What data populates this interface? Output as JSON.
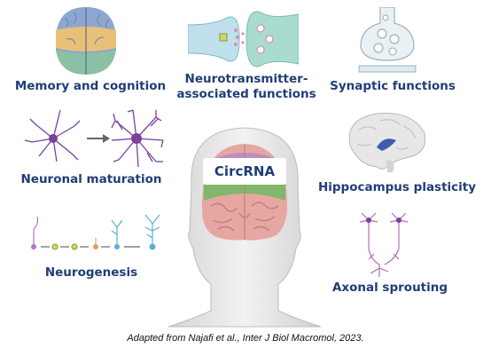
{
  "center_label": "CircRNA",
  "functions": {
    "memory": "Memory and cognition",
    "neurotransmitter_line1": "Neurotransmitter-",
    "neurotransmitter_line2": "associated functions",
    "synaptic": "Synaptic functions",
    "maturation": "Neuronal maturation",
    "hippocampus": "Hippocampus plasticity",
    "neurogenesis": "Neurogenesis",
    "axonal": "Axonal sprouting"
  },
  "caption": "Adapted from Najafi et al., Inter J Biol Macromol, 2023.",
  "colors": {
    "label_text": "#1f3d78",
    "brain_pink": "#e6a6a2",
    "brain_green": "#7fb86a",
    "brain_purple": "#b98fc0",
    "neuron_purple": "#7b3f9e",
    "head_gray": "#e6e6e6"
  }
}
